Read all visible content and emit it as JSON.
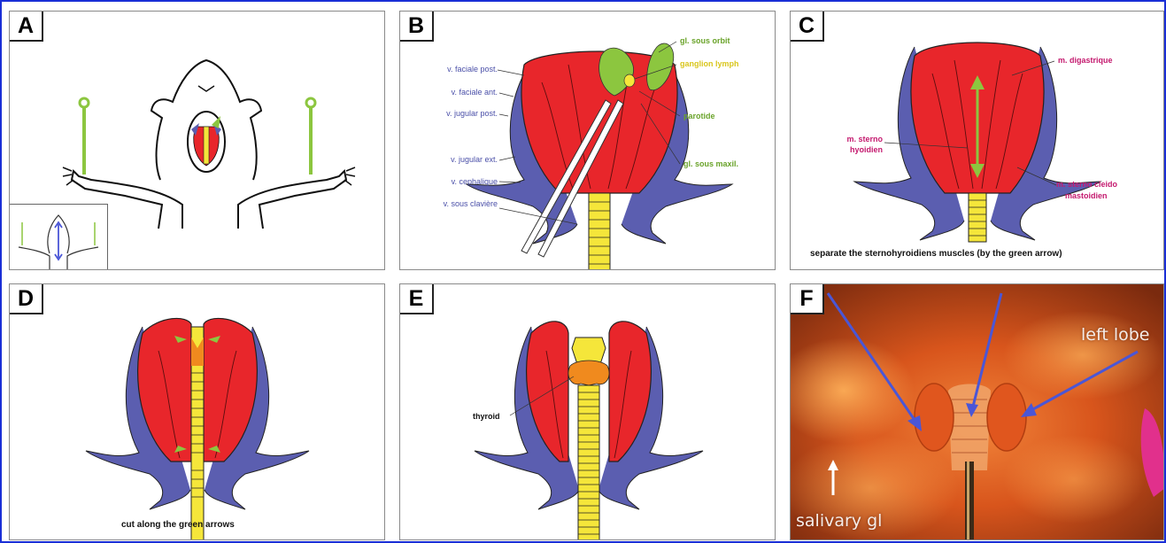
{
  "panels": {
    "a": {
      "letter": "A"
    },
    "b": {
      "letter": "B",
      "labels": {
        "faciale_post": "v. faciale post.",
        "faciale_ant": "v. faciale ant.",
        "jugular_post": "v. jugular post.",
        "jugular_ext": "v. jugular ext.",
        "cephalique": "v. cephalique",
        "sous_claviere": "v. sous clavière",
        "sous_orbit": "gl. sous orbit",
        "ganglion": "ganglion lymph",
        "parotide": "parotide",
        "sous_maxil": "gl. sous maxil."
      }
    },
    "c": {
      "letter": "C",
      "labels": {
        "digastrique": "m. digastrique",
        "sterno_hyoidien_1": "m. sterno",
        "sterno_hyoidien_2": "hyoidien",
        "cleido_1": "m. sterno cleido",
        "cleido_2": "mastoidien"
      },
      "caption": "separate the sternohyroidiens muscles (by the green arrow)"
    },
    "d": {
      "letter": "D",
      "caption": "cut along the green arrows"
    },
    "e": {
      "letter": "E",
      "labels": {
        "thyroid": "thyroid"
      }
    },
    "f": {
      "letter": "F",
      "labels": {
        "left_lobe": "left lobe",
        "salivary": "salivary gl"
      }
    }
  },
  "colors": {
    "frame": "#1a2fd6",
    "muscle": "#e8262b",
    "vein": "#5b5eb0",
    "gland_green": "#8cc63f",
    "trachea": "#f5e63a",
    "thyroid": "#f08a1e",
    "label_blue": "#4a4fa8",
    "label_green": "#6aa32a",
    "label_magenta": "#c4196e",
    "arrow_blue": "#4a56d6"
  },
  "icons": {
    "pin": "green-pin-icon",
    "arrow": "blue-arrow-icon"
  }
}
